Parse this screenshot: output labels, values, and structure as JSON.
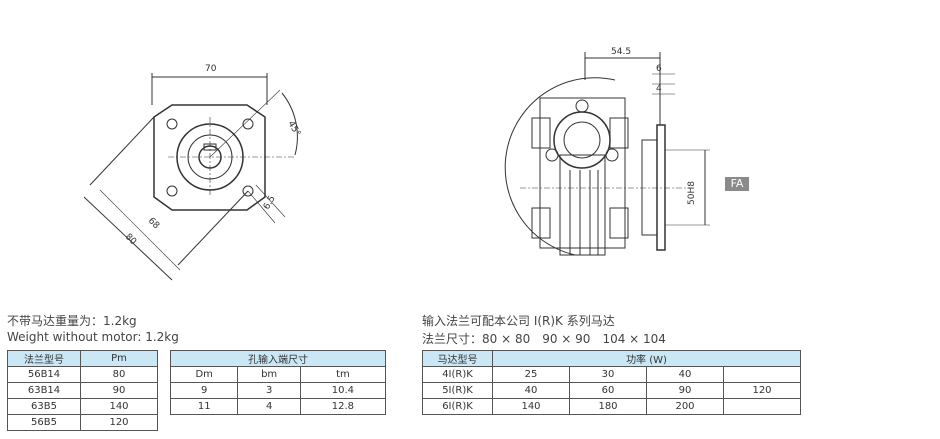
{
  "left_drawing": {
    "dim_width": "70",
    "dim_angle": "45°",
    "dim_68": "68",
    "dim_80": "80",
    "dim_6_5": "6.5"
  },
  "right_drawing": {
    "dim_54_5": "54.5",
    "dim_6": "6",
    "dim_4": "4",
    "dim_50h8": "50H8",
    "badge": "FA"
  },
  "weight": {
    "cn": "不带马达重量为：1.2kg",
    "en": "Weight without motor: 1.2kg"
  },
  "flange_note": {
    "line1": "输入法兰可配本公司 I(R)K 系列马达",
    "line2": "法兰尺寸：80 × 80　90 × 90　104 × 104"
  },
  "flange_table": {
    "headers": [
      "法兰型号",
      "Pm"
    ],
    "rows": [
      [
        "56B14",
        "80"
      ],
      [
        "63B14",
        "90"
      ],
      [
        "63B5",
        "140"
      ],
      [
        "56B5",
        "120"
      ]
    ]
  },
  "bore_table": {
    "title": "孔输入端尺寸",
    "headers": [
      "Dm",
      "bm",
      "tm"
    ],
    "rows": [
      [
        "9",
        "3",
        "10.4"
      ],
      [
        "11",
        "4",
        "12.8"
      ]
    ]
  },
  "power_table": {
    "headers": [
      "马达型号",
      "功率 (W)"
    ],
    "rows": [
      [
        "4I(R)K",
        "25",
        "30",
        "40",
        ""
      ],
      [
        "5I(R)K",
        "40",
        "60",
        "90",
        "120"
      ],
      [
        "6I(R)K",
        "140",
        "180",
        "200",
        ""
      ]
    ]
  },
  "colors": {
    "header_bg": "#c9e7f5",
    "badge_bg": "#8a8a8a"
  }
}
